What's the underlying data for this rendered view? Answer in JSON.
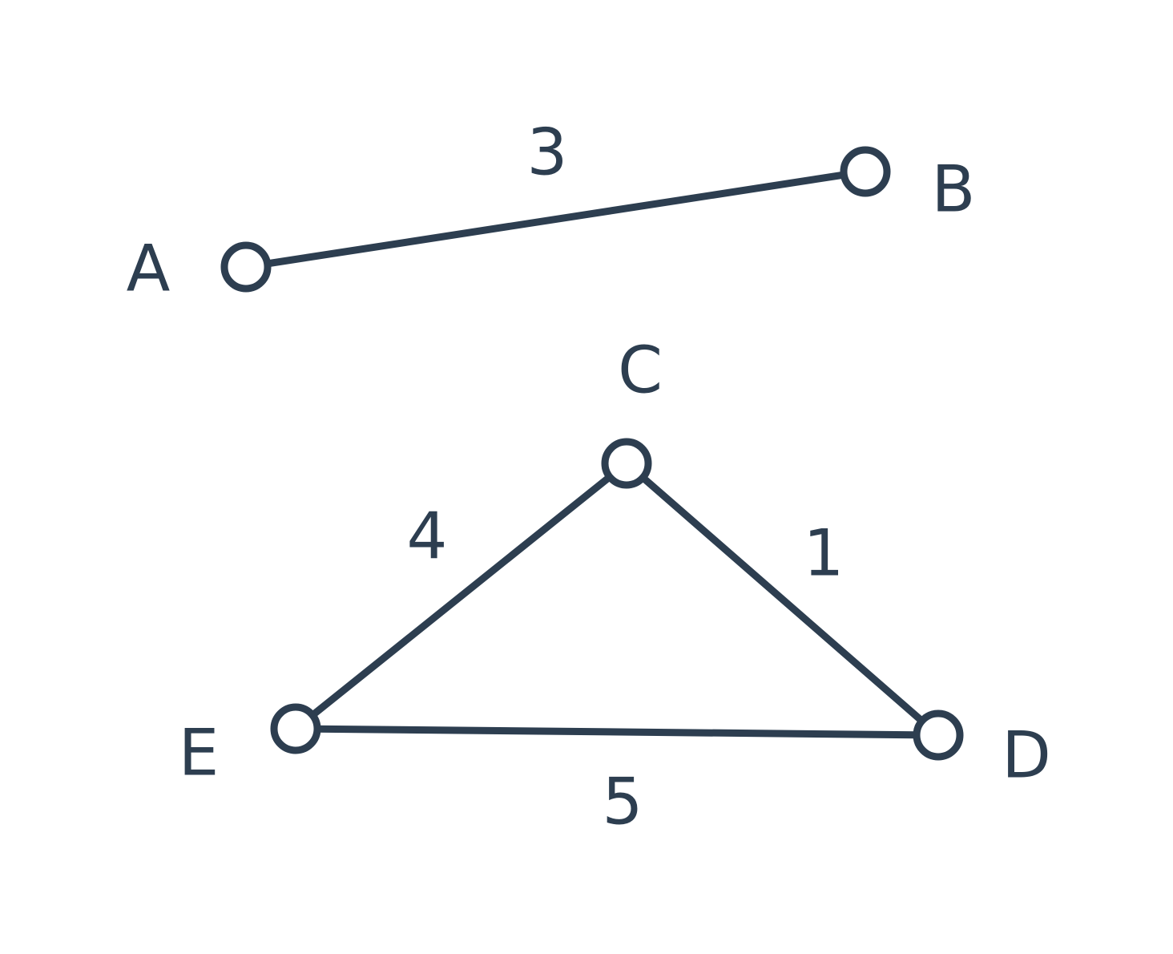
{
  "colors": {
    "stroke": "#2d3e50",
    "node_fill": "#ffffff",
    "text": "#2d3e50"
  },
  "nodes": [
    {
      "id": "A",
      "label": "A"
    },
    {
      "id": "B",
      "label": "B"
    },
    {
      "id": "C",
      "label": "C"
    },
    {
      "id": "D",
      "label": "D"
    },
    {
      "id": "E",
      "label": "E"
    }
  ],
  "edges": [
    {
      "from": "A",
      "to": "B",
      "weight": "3"
    },
    {
      "from": "C",
      "to": "E",
      "weight": "4"
    },
    {
      "from": "C",
      "to": "D",
      "weight": "1"
    },
    {
      "from": "E",
      "to": "D",
      "weight": "5"
    }
  ]
}
